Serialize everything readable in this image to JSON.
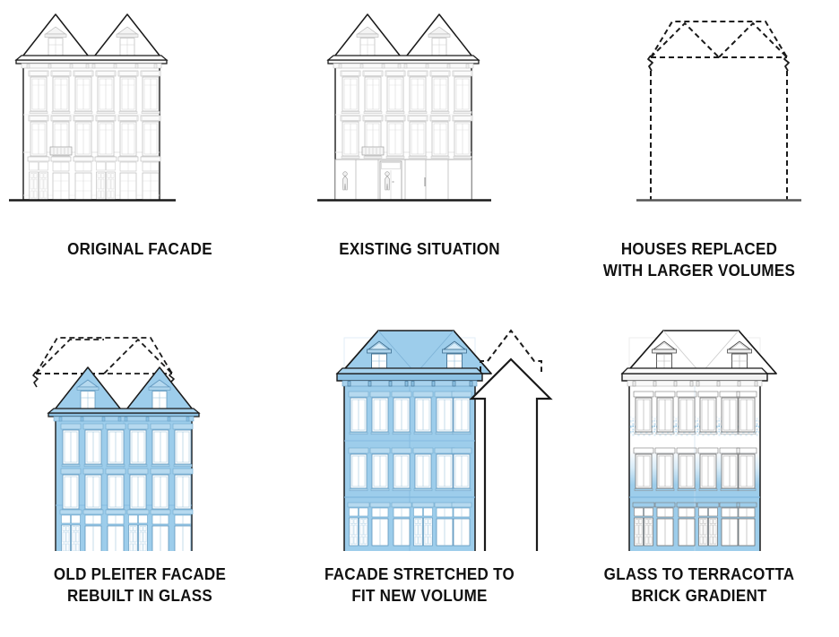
{
  "diagram": {
    "title": "Facade transformation sequence",
    "background_color": "#ffffff",
    "line_color": "#1a1a1a",
    "detail_line_color": "#b9b9b9",
    "glass_blue": "#9dcdeb",
    "glass_blue_dark": "#7fb8de",
    "glass_blue_light": "#bcdcf0"
  },
  "panels": [
    {
      "id": "original-facade",
      "index": 1,
      "caption": "ORIGINAL FACADE",
      "caption_lines": [
        "ORIGINAL FACADE"
      ],
      "state": "existing-historic",
      "fill": "white",
      "roof": "twin-gable",
      "floors": 3,
      "bays": 6,
      "has_dashed_outline": false,
      "has_arrow": false,
      "ground_line": true
    },
    {
      "id": "existing-situation",
      "index": 2,
      "caption": "EXISTING SITUATION",
      "caption_lines": [
        "EXISTING SITUATION"
      ],
      "state": "existing-with-shopfront",
      "fill": "white",
      "roof": "twin-gable",
      "floors": 3,
      "bays": 6,
      "ground_floor": "glazed-shopfront",
      "figures": 2,
      "has_dashed_outline": false,
      "has_arrow": false,
      "ground_line": true
    },
    {
      "id": "houses-replaced",
      "index": 3,
      "caption": "HOUSES REPLACED\nWITH LARGER VOLUMES",
      "caption_lines": [
        "HOUSES REPLACED",
        "WITH LARGER VOLUMES"
      ],
      "state": "volume-outline",
      "fill": "none",
      "roof": "dashed-twin-gable",
      "has_dashed_outline": true,
      "has_arrow": false,
      "ground_line": true
    },
    {
      "id": "old-pleiter-facade-glass",
      "index": 4,
      "caption": "OLD PLEITER FACADE\nREBUILT IN GLASS",
      "caption_lines": [
        "OLD PLEITER FACADE",
        "REBUILT IN GLASS"
      ],
      "state": "glass-rebuild",
      "fill": "glass-blue",
      "roof": "twin-gable",
      "floors": 3,
      "bays": 6,
      "has_dashed_outline": true,
      "has_arrow": false,
      "ground_line": true
    },
    {
      "id": "facade-stretched",
      "index": 5,
      "caption": "FACADE STRETCHED TO\nFIT NEW VOLUME",
      "caption_lines": [
        "FACADE STRETCHED TO",
        "FIT NEW VOLUME"
      ],
      "state": "stretched-glass",
      "fill": "glass-blue",
      "roof": "mansard-hipped-with-dormers",
      "floors": 3,
      "bays": 6,
      "has_dashed_outline": false,
      "has_arrow": true,
      "arrow_direction": "up",
      "ground_line": true
    },
    {
      "id": "glass-to-terracotta-gradient",
      "index": 6,
      "caption": "GLASS TO TERRACOTTA\nBRICK GRADIENT",
      "caption_lines": [
        "GLASS TO TERRACOTTA",
        "BRICK GRADIENT"
      ],
      "state": "gradient-material",
      "fill": "gradient-white-to-glass-blue",
      "roof": "mansard-hipped-with-dormers",
      "floors": 3,
      "bays": 6,
      "gradient_start": "white-top",
      "gradient_end": "blue-bottom",
      "dither_band": true,
      "has_dashed_outline": false,
      "has_arrow": false,
      "ground_line": true
    }
  ]
}
